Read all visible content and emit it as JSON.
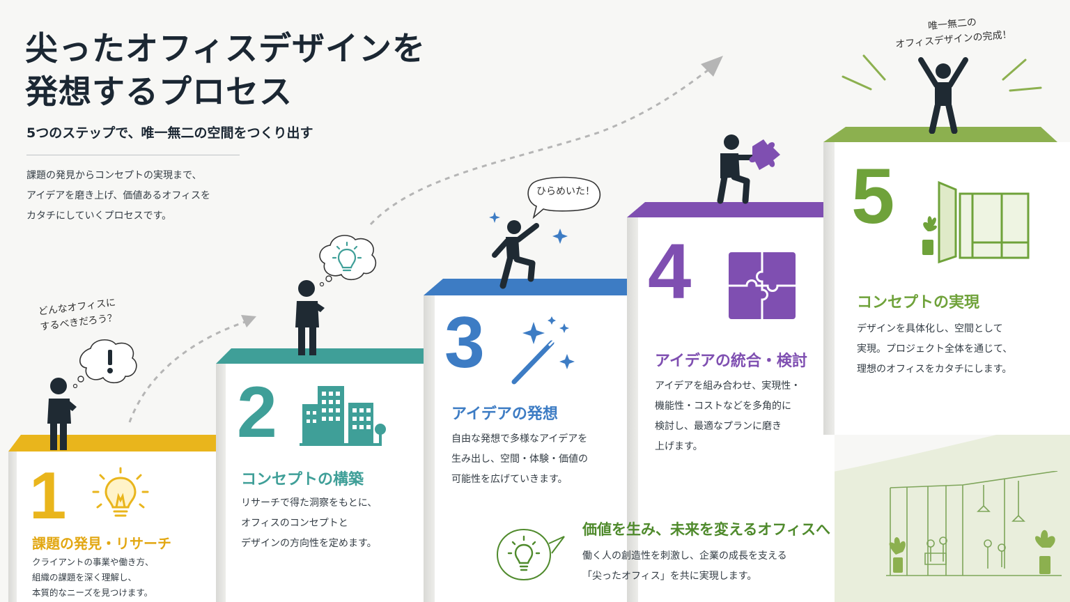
{
  "header": {
    "title_line1": "尖ったオフィスデザインを",
    "title_line2": "発想するプロセス",
    "subtitle": "5つのステップで、唯一無二の空間をつくり出す",
    "intro_lines": [
      "課題の発見からコンセプトの実現まで、",
      "アイデアを磨き上げ、価値あるオフィスを",
      "カタチにしていくプロセスです。"
    ]
  },
  "steps": [
    {
      "number": "1",
      "title": "課題の発見・リサーチ",
      "desc": [
        "クライアントの事業や働き方、",
        "組織の課題を深く理解し、",
        "本質的なニーズを見つけます。"
      ],
      "color": "#e9b51c",
      "icon": "lightbulb-icon"
    },
    {
      "number": "2",
      "title": "コンセプトの構築",
      "desc": [
        "リサーチで得た洞察をもとに、",
        "オフィスのコンセプトと",
        "デザインの方向性を定めます。"
      ],
      "color": "#3f9f98",
      "icon": "buildings-icon"
    },
    {
      "number": "3",
      "title": "アイデアの発想",
      "desc": [
        "自由な発想で多様なアイデアを",
        "生み出し、空間・体験・価値の",
        "可能性を広げていきます。"
      ],
      "color": "#3d7cc4",
      "icon": "magic-wand-icon"
    },
    {
      "number": "4",
      "title": "アイデアの統合・検討",
      "desc": [
        "アイデアを組み合わせ、実現性・",
        "機能性・コストなどを多角的に",
        "検討し、最適なプランに磨き",
        "上げます。"
      ],
      "color": "#7f4fb1",
      "icon": "puzzle-icon"
    },
    {
      "number": "5",
      "title": "コンセプトの実現",
      "desc": [
        "デザインを具体化し、空間として",
        "実現。プロジェクト全体を通じて、",
        "理想のオフィスをカタチにします。"
      ],
      "color": "#6fa23a",
      "icon": "office-space-icon"
    }
  ],
  "bubbles": {
    "question_lines": [
      "どんなオフィスに",
      "するべきだろう？"
    ],
    "idea": "ひらめいた！",
    "complete_lines": [
      "唯一無二の",
      "オフィスデザインの完成！"
    ]
  },
  "banner": {
    "title": "価値を生み、未来を変えるオフィスへ",
    "desc": [
      "働く人の創造性を刺激し、企業の成長を支える",
      "「尖ったオフィス」を共に実現します。"
    ]
  },
  "colors": {
    "dark": "#1f2a33",
    "banner_bg": "#e8eedb",
    "arrow": "#b5b5b5"
  }
}
